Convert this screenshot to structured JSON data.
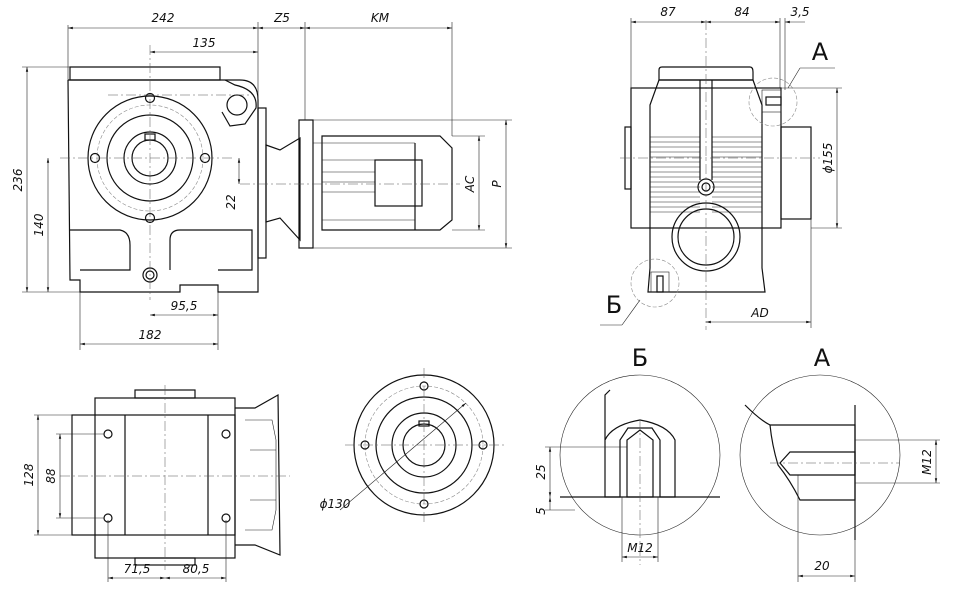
{
  "front_view": {
    "dims": {
      "overall_length": "242",
      "shaft_offset": "135",
      "adapter": "Z5",
      "motor_length": "KM",
      "height": "236",
      "axis_height": "140",
      "axis_offset": "22",
      "motor_diameter": "AC",
      "flange_diameter": "P",
      "foot_half": "95,5",
      "foot_width": "182"
    }
  },
  "side_view": {
    "dims": {
      "left": "87",
      "right": "84",
      "gap": "3,5",
      "shaft_diameter": "ϕ155",
      "motor_offset": "AD"
    },
    "callouts": {
      "detail_a": "А",
      "detail_b": "Б"
    }
  },
  "bottom_view": {
    "dims": {
      "depth": "128",
      "hole_spacing": "88",
      "left_offset": "71,5",
      "right_offset": "80,5"
    }
  },
  "flange_view": {
    "dims": {
      "bolt_circle": "ϕ130"
    }
  },
  "detail_b": {
    "title": "Б",
    "dims": {
      "depth": "25",
      "offset": "5",
      "thread": "M12"
    }
  },
  "detail_a": {
    "title": "А",
    "dims": {
      "thread": "M12",
      "depth": "20"
    }
  }
}
